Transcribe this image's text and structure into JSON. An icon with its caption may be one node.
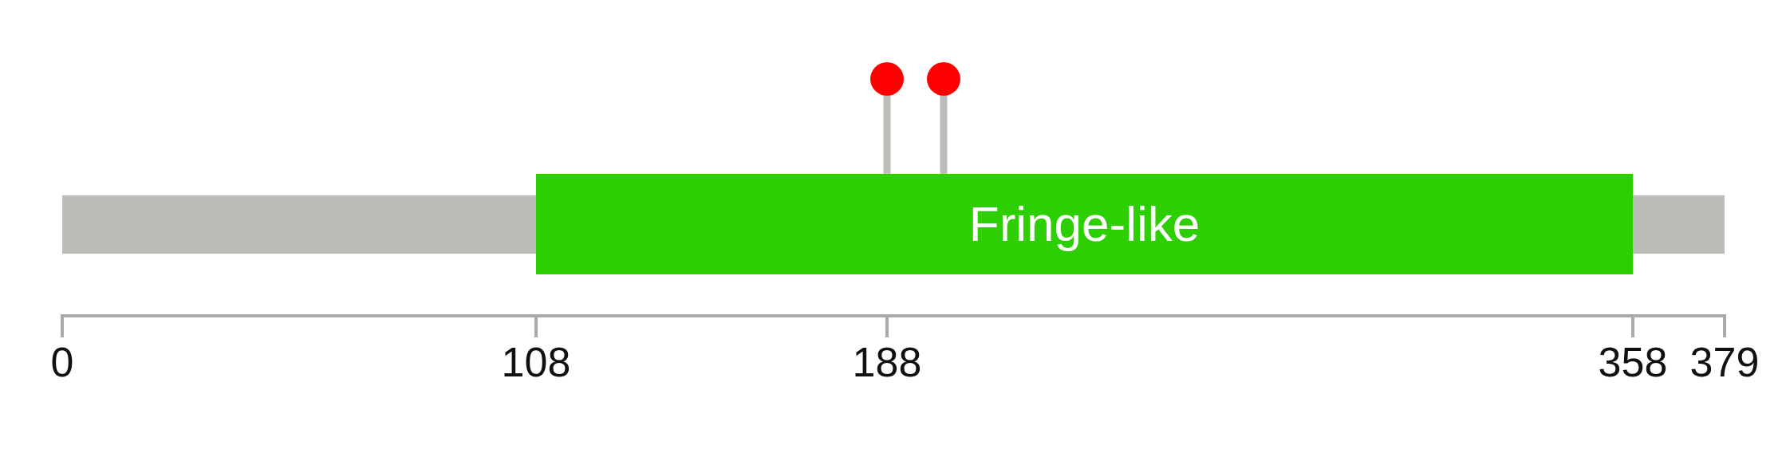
{
  "diagram": {
    "nodes": [
      {
        "text": [],
        "shape": "circle"
      },
      {
        "text": [],
        "shape": "circle"
      },
      {
        "text": [],
        "shape": "bar"
      },
      {
        "text": [
          "Fringe-like"
        ]
      },
      {
        "text": [],
        "shape": "bar"
      }
    ],
    "edges": [
      {
        "from": 0,
        "to": 3,
        "arrow": "none"
      },
      {
        "from": 1,
        "to": 3,
        "arrow": "none"
      }
    ],
    "labels": [
      "0",
      "108",
      "188",
      "358",
      "379"
    ]
  }
}
